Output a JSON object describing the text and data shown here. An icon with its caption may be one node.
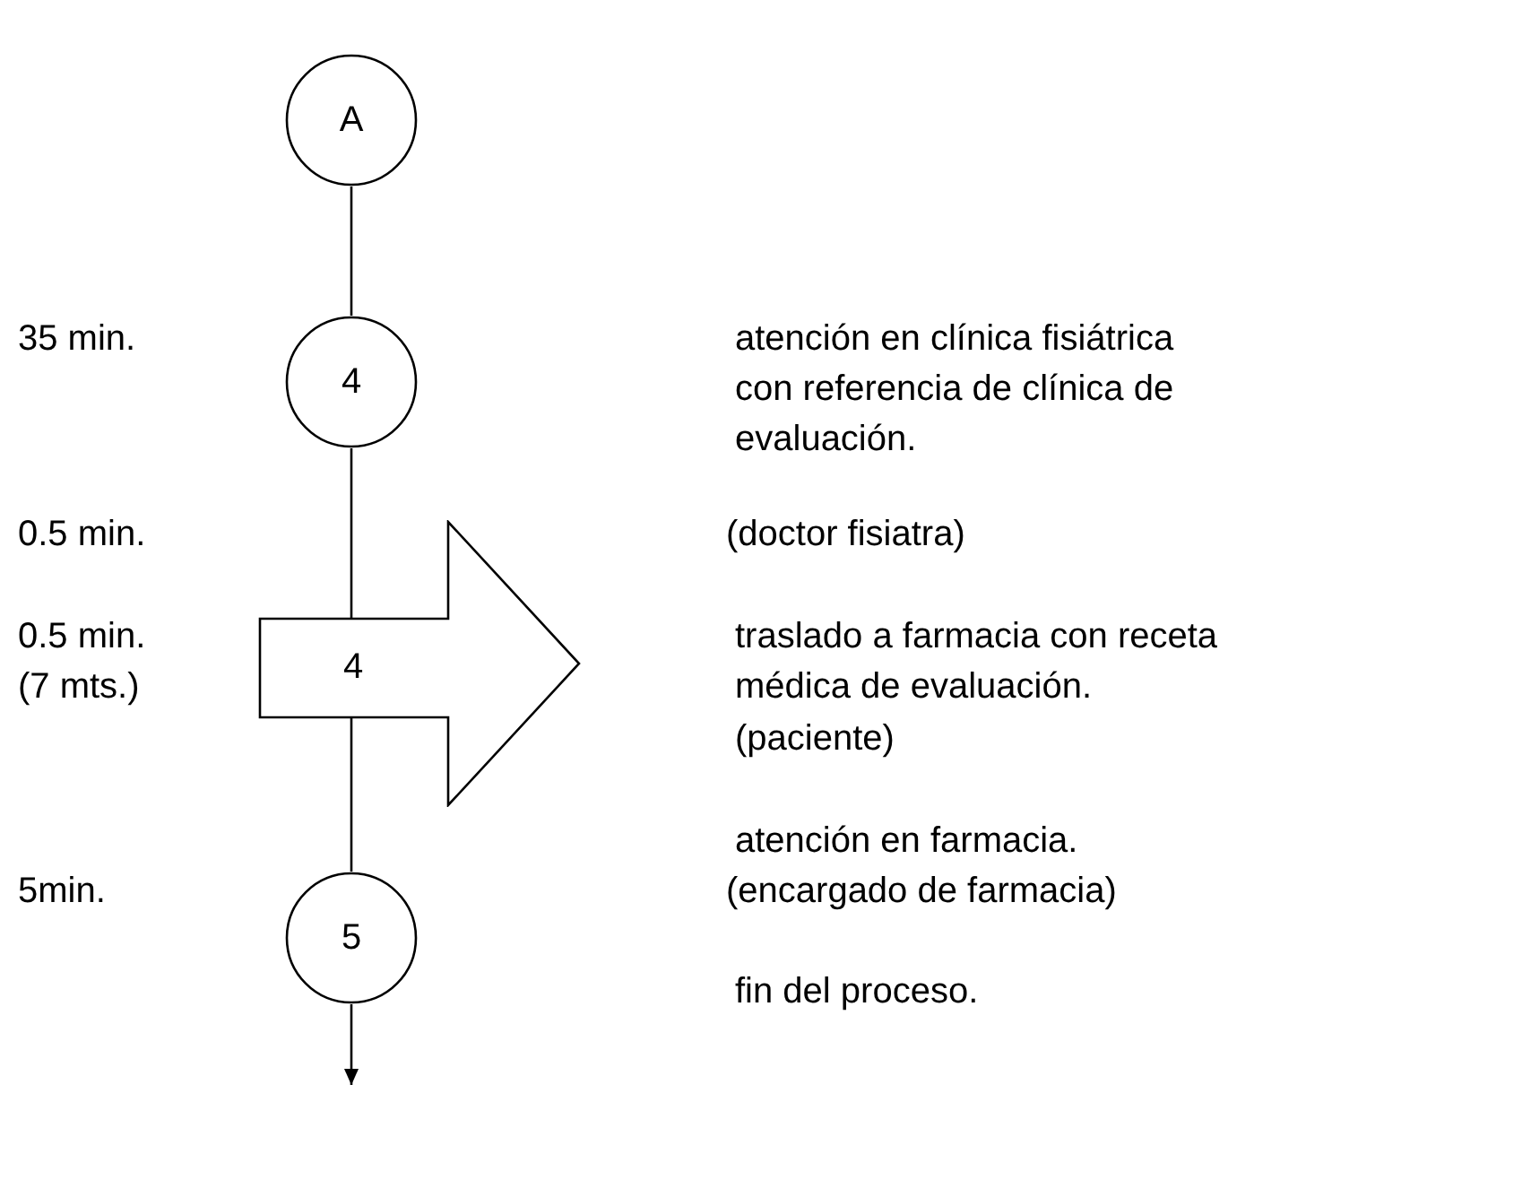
{
  "diagram": {
    "nodes": [
      {
        "text": [
          "A"
        ]
      },
      {
        "text": [
          "4"
        ],
        "beside": [
          "atención en clínica fisiátrica con referencia de clínica de evaluación.",
          "(doctor fisiatra)"
        ]
      },
      {
        "text": [
          "4"
        ],
        "beside": [
          "0.5 min.",
          "(7 mts.)",
          "traslado a farmacia con receta médica de evaluación.",
          "(paciente)"
        ]
      },
      {
        "text": [
          "5"
        ],
        "beside": [
          "atención en farmacia.",
          "(encargado de farmacia)"
        ]
      }
    ],
    "edges": [
      {
        "from": 0,
        "to": 1,
        "arrow": "none"
      },
      {
        "from": 1,
        "to": 2,
        "arrow": "none"
      },
      {
        "from": 2,
        "to": 3,
        "arrow": "none"
      },
      {
        "from": 3,
        "to": null,
        "arrow": "to"
      }
    ],
    "labels": [
      "35 min.",
      "0.5 min.",
      "5min.",
      "fin del proceso."
    ]
  }
}
